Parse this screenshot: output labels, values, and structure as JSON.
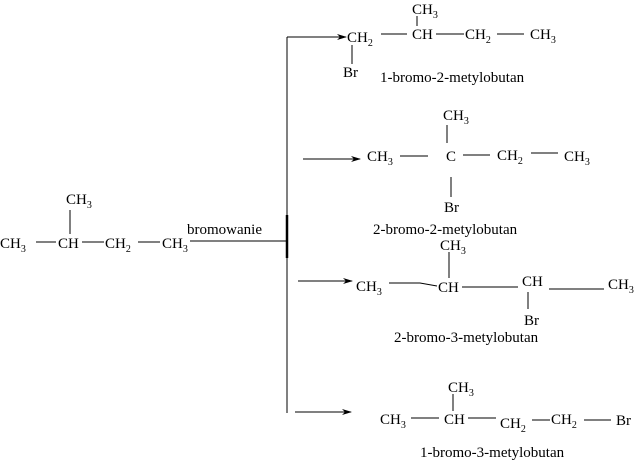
{
  "reactant": {
    "groups": [
      {
        "base": "CH",
        "sub": "3"
      },
      {
        "base": "CH",
        "sub": ""
      },
      {
        "base": "CH",
        "sub": "2"
      },
      {
        "base": "CH",
        "sub": "3"
      }
    ],
    "branch": {
      "base": "CH",
      "sub": "3"
    },
    "reagent_label": "bromowanie"
  },
  "products": [
    {
      "name": "1-bromo-2-metylobutan",
      "groups": [
        {
          "base": "CH",
          "sub": "2"
        },
        {
          "base": "CH",
          "sub": ""
        },
        {
          "base": "CH",
          "sub": "2"
        },
        {
          "base": "CH",
          "sub": "3"
        }
      ],
      "branch": {
        "base": "CH",
        "sub": "3"
      },
      "substituent": "Br"
    },
    {
      "name": "2-bromo-2-metylobutan",
      "groups": [
        {
          "base": "CH",
          "sub": "3"
        },
        {
          "base": "C",
          "sub": ""
        },
        {
          "base": "CH",
          "sub": "2"
        },
        {
          "base": "CH",
          "sub": "3"
        }
      ],
      "branch": {
        "base": "CH",
        "sub": "3"
      },
      "substituent": "Br"
    },
    {
      "name": "2-bromo-3-metylobutan",
      "groups": [
        {
          "base": "CH",
          "sub": "3"
        },
        {
          "base": "CH",
          "sub": ""
        },
        {
          "base": "CH",
          "sub": ""
        },
        {
          "base": "CH",
          "sub": "3"
        }
      ],
      "branch": {
        "base": "CH",
        "sub": "3"
      },
      "substituent": "Br"
    },
    {
      "name": "1-bromo-3-metylobutan",
      "groups": [
        {
          "base": "CH",
          "sub": "3"
        },
        {
          "base": "CH",
          "sub": ""
        },
        {
          "base": "CH",
          "sub": "2"
        },
        {
          "base": "CH",
          "sub": "2"
        }
      ],
      "branch": {
        "base": "CH",
        "sub": "3"
      },
      "substituent": "Br"
    }
  ]
}
